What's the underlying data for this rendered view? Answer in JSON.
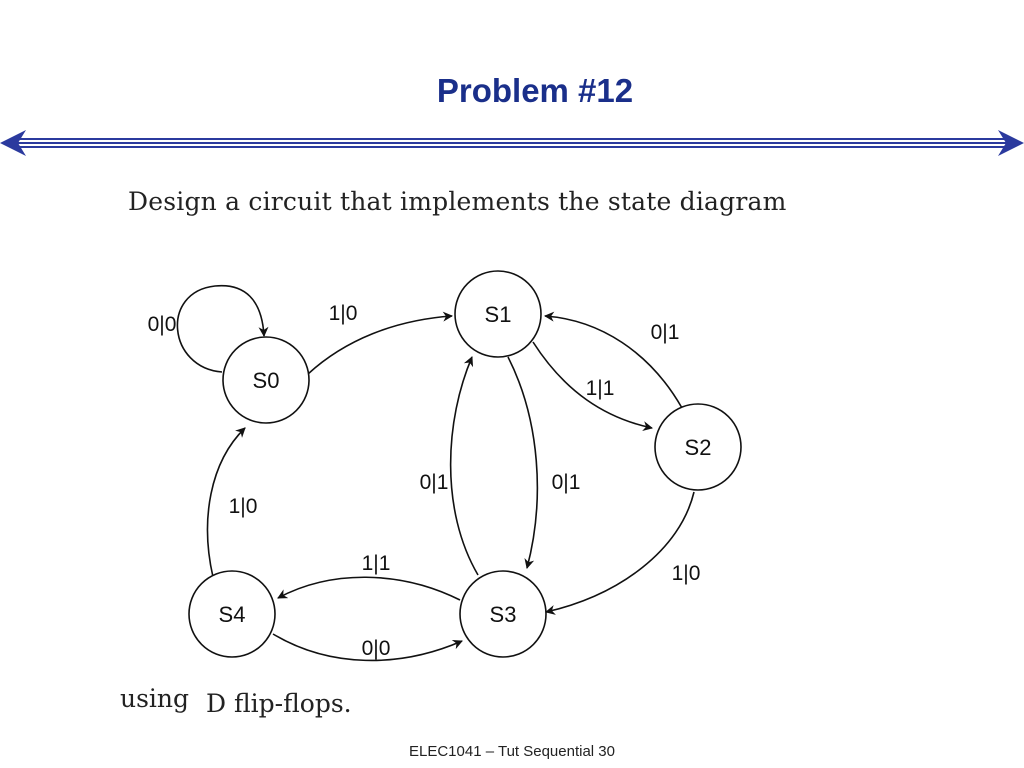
{
  "slide": {
    "title": "Problem #12",
    "prompt": "Design a circuit that implements the state diagram",
    "suffix_word": "using",
    "suffix_text": "D flip-flops.",
    "footer": "ELEC1041 – Tut  Sequential 30",
    "colors": {
      "title": "#1a2f8a",
      "rule": "#2b3a9e"
    }
  },
  "diagram": {
    "states": [
      "S0",
      "S1",
      "S2",
      "S3",
      "S4"
    ],
    "transitions": [
      {
        "from": "S0",
        "to": "S0",
        "label": "0|0"
      },
      {
        "from": "S0",
        "to": "S1",
        "label": "1|0"
      },
      {
        "from": "S2",
        "to": "S1",
        "label": "0|1"
      },
      {
        "from": "S1",
        "to": "S2",
        "label": "1|1"
      },
      {
        "from": "S3",
        "to": "S1",
        "label": "0|1"
      },
      {
        "from": "S1",
        "to": "S3",
        "label": "0|1"
      },
      {
        "from": "S4",
        "to": "S0",
        "label": "1|0"
      },
      {
        "from": "S3",
        "to": "S4",
        "label": "1|1"
      },
      {
        "from": "S2",
        "to": "S3",
        "label": "1|0"
      },
      {
        "from": "S4",
        "to": "S3",
        "label": "0|0"
      }
    ]
  }
}
